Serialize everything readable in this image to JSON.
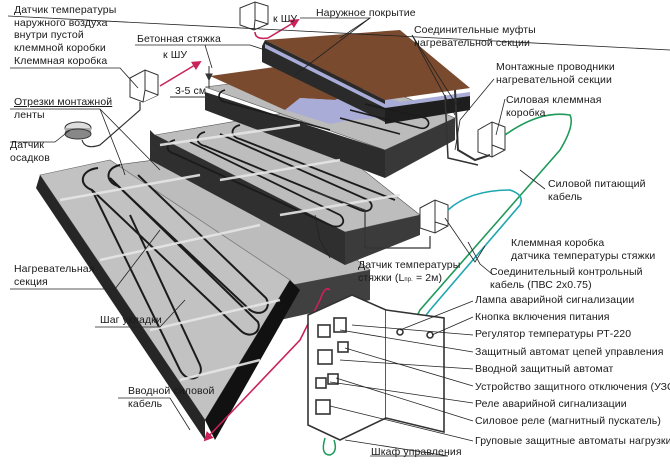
{
  "colors": {
    "slab_top": "#b9b9b9",
    "slab_side": "#3a3a3a",
    "finish_top": "#7a4a2e",
    "screed_cut": "#a9acd6",
    "heating_cable": "#1b1b1b",
    "mounting_tape": "#d9d9d9",
    "power_cable": "#1f9a5a",
    "control_cable": "#1fa7b0",
    "arrow_red": "#c8235a"
  },
  "labels": {
    "outdoor_sensor": [
      "Датчик температуры",
      "наружного воздуха",
      "внутри пустой",
      "клеммной коробки"
    ],
    "to_cabinet_top": "к ШУ",
    "outer_cover": "Наружное покрытие",
    "concrete_screed": "Бетонная стяжка",
    "to_cabinet_left": "к ШУ",
    "thickness": "3-5 см",
    "terminal_box": "Клеммная коробка",
    "mounting_tape": [
      "Отрезки монтажной",
      "ленты"
    ],
    "precip_sensor": [
      "Датчик",
      "осадков"
    ],
    "couplings": [
      "Соединительные муфты",
      "нагревательной секции"
    ],
    "mount_conductors": [
      "Монтажные проводники",
      "нагревательной секции"
    ],
    "power_terminal_box": [
      "Силовая клеммная",
      "коробка"
    ],
    "power_cable": [
      "Силовой питающий",
      "кабель"
    ],
    "heating_section": [
      "Нагревательная",
      "секция"
    ],
    "laying_step": "Шаг укладки",
    "screed_sensor_line1": "Датчик температуры",
    "screed_sensor_line2_pre": "стяжки (L",
    "screed_sensor_sub": "пр.",
    "screed_sensor_line2_post": " = 2м)",
    "screed_sensor_box": [
      "Клеммная коробка",
      "датчика температуры стяжки"
    ],
    "control_cable": [
      "Соединительный контрольный",
      "кабель (ПВС 2х0.75)"
    ],
    "input_cable": [
      "Вводной силовой",
      "кабель"
    ],
    "control_cabinet": "Шкаф управления"
  },
  "cabinet_items": [
    "Лампа аварийной сигнализации",
    "Кнопка включения питания",
    "Регулятор температуры РТ-220",
    "Защитный автомат цепей управления",
    "Вводной защитный автомат",
    "Устройство защитного отключения (УЗО)",
    "Реле аварийной сигнализации",
    "Силовое реле (магнитный пускатель)",
    "Груповые защитные автоматы нагрузки"
  ]
}
